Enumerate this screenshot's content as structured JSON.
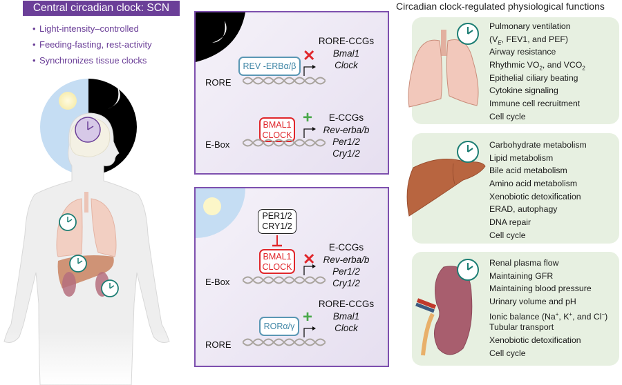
{
  "left": {
    "title": "Central circadian clock: SCN",
    "bullets": [
      "Light-intensity–controlled",
      "Feeding-fasting, rest-activity",
      "Synchronizes tissue clocks"
    ],
    "bullet_glyph": "•",
    "icons": [
      "sun-icon",
      "moon-icon",
      "brain-clock-icon",
      "lung-clock-icon",
      "liver-clock-icon",
      "kidney-clock-icon"
    ]
  },
  "mechanism": {
    "night_box": {
      "time_icon": "moon-icon",
      "row1": {
        "site": "RORE",
        "factor": "REV -ERBα/β",
        "effect": "✕",
        "genes_head": "RORE-CCGs",
        "genes": [
          "Bmal1",
          "Clock"
        ]
      },
      "row2": {
        "site": "E-Box",
        "factor_lines": [
          "BMAL1",
          "CLOCK"
        ],
        "effect": "+",
        "genes_head": "E-CCGs",
        "genes": [
          "Rev-erba/b",
          "Per1/2",
          "Cry1/2"
        ]
      }
    },
    "day_box": {
      "time_icon": "sun-icon",
      "repressor_lines": [
        "PER1/2",
        "CRY1/2"
      ],
      "row1": {
        "site": "E-Box",
        "factor_lines": [
          "BMAL1",
          "CLOCK"
        ],
        "effect": "✕",
        "genes_head": "E-CCGs",
        "genes": [
          "Rev-erba/b",
          "Per1/2",
          "Cry1/2"
        ]
      },
      "row2": {
        "site": "RORE",
        "factor": "RORα/γ",
        "effect": "+",
        "genes_head": "RORE-CCGs",
        "genes": [
          "Bmal1",
          "Clock"
        ]
      }
    },
    "colors": {
      "box_border": "#7d4fae",
      "repress": "#e0262b",
      "activate": "#49a84a",
      "ror_blue": "#5a97b4"
    }
  },
  "right": {
    "title": "Circadian clock-regulated physiological functions",
    "lung": {
      "functions": [
        "Pulmonary ventilation",
        "(V_E, FEV1, and PEF)",
        "Airway resistance",
        "Rhythmic VO2, and VCO2",
        "Epithelial ciliary beating",
        "Cytokine signaling",
        "Immune cell recruitment",
        "Cell cycle"
      ]
    },
    "liver": {
      "functions": [
        "Carbohydrate metabolism",
        "Lipid metabolism",
        "Bile acid metabolism",
        "Amino acid metabolism",
        "Xenobiotic detoxification",
        "ERAD, autophagy",
        "DNA repair",
        "Cell cycle"
      ]
    },
    "kidney": {
      "functions": [
        "Renal plasma flow",
        "Maintaining GFR",
        "Maintaining blood pressure",
        "Urinary volume and pH",
        "Ionic balance (Na+, K+, and Cl−)",
        "Tubular transport",
        "Xenobiotic detoxification",
        "Cell cycle"
      ]
    },
    "panel_color": "#e7f0e1",
    "clock_color": "#1b7d73"
  }
}
